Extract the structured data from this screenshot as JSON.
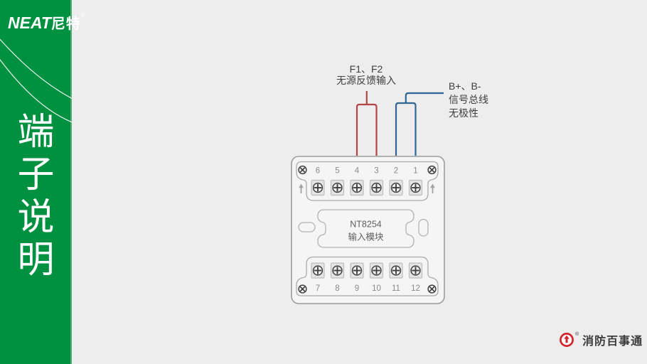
{
  "sidebar": {
    "logo": {
      "latin": "NEAT",
      "cjk": "尼特",
      "reg": "®"
    },
    "title_chars": [
      "端",
      "子",
      "说",
      "明"
    ],
    "color_green": "#009140"
  },
  "diagram": {
    "feedback_label": {
      "line1": "F1、F2",
      "line2": "无源反馈输入"
    },
    "bus_label": {
      "line1": "B+、B-",
      "line2": "信号总线",
      "line3": "无极性"
    },
    "module": {
      "model": "NT8254",
      "name": "输入模块"
    },
    "top_terminals": [
      "6",
      "5",
      "4",
      "3",
      "2",
      "1"
    ],
    "bottom_terminals": [
      "7",
      "8",
      "9",
      "10",
      "11",
      "12"
    ],
    "colors": {
      "wire_red": "#b34446",
      "wire_blue": "#2e6695",
      "module_border": "#9c9c9c"
    }
  },
  "footer": {
    "brand": "消防百事通",
    "reg": "®",
    "color_red": "#d2232a"
  }
}
